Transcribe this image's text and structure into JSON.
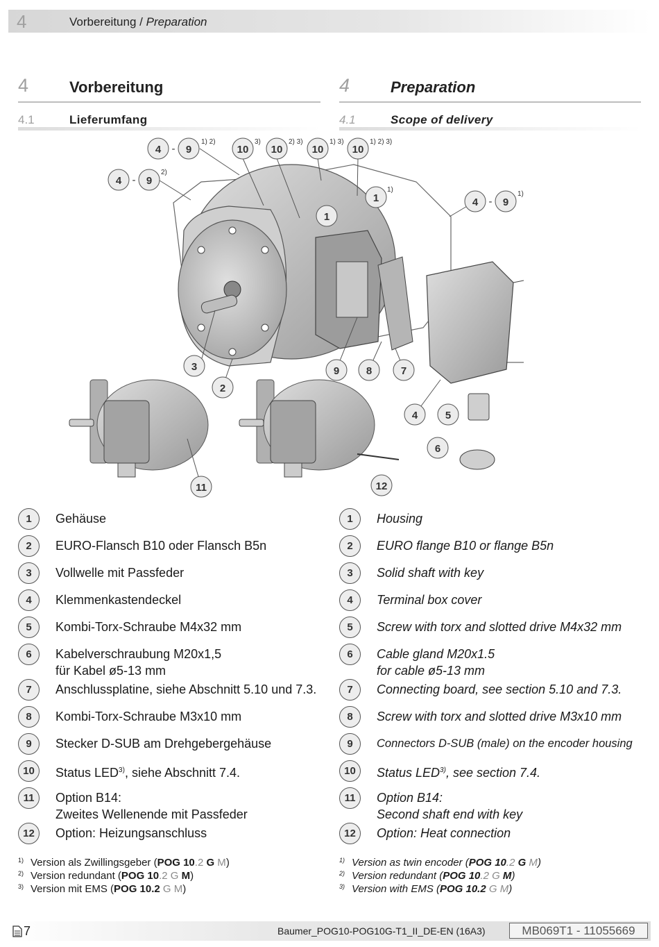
{
  "header": {
    "chapter_number": "4",
    "title_de": "Vorbereitung",
    "separator": "/",
    "title_en": "Preparation"
  },
  "section_de": {
    "number": "4",
    "title": "Vorbereitung",
    "sub_number": "4.1",
    "sub_title": "Lieferumfang"
  },
  "section_en": {
    "number": "4",
    "title": "Preparation",
    "sub_number": "4.1",
    "sub_title": "Scope of delivery"
  },
  "figure": {
    "callouts": [
      {
        "label": "4",
        "dash": "-",
        "label2": "9",
        "note": "1) 2)"
      },
      {
        "label": "4",
        "dash": "-",
        "label2": "9",
        "note": "2)"
      },
      {
        "label": "10",
        "note": "3)"
      },
      {
        "label": "10",
        "note": "2) 3)"
      },
      {
        "label": "10",
        "note": "1) 3)"
      },
      {
        "label": "10",
        "note": "1) 2) 3)"
      },
      {
        "label": "1",
        "note": "1)"
      },
      {
        "label": "1",
        "note": ""
      },
      {
        "label": "4",
        "dash": "-",
        "label2": "9",
        "note": "1)"
      },
      {
        "label": "3"
      },
      {
        "label": "2"
      },
      {
        "label": "9"
      },
      {
        "label": "8"
      },
      {
        "label": "7"
      },
      {
        "label": "4"
      },
      {
        "label": "5"
      },
      {
        "label": "6"
      },
      {
        "label": "11"
      },
      {
        "label": "12"
      }
    ]
  },
  "legend_de": [
    {
      "n": "1",
      "text": "Gehäuse"
    },
    {
      "n": "2",
      "text": "EURO-Flansch B10 oder Flansch B5n"
    },
    {
      "n": "3",
      "text": "Vollwelle mit Passfeder"
    },
    {
      "n": "4",
      "text": "Klemmenkastendeckel"
    },
    {
      "n": "5",
      "text": "Kombi-Torx-Schraube M4x32 mm"
    },
    {
      "n": "6",
      "text": "Kabelverschraubung M20x1,5",
      "text2": "für Kabel ø5-13 mm"
    },
    {
      "n": "7",
      "text": "Anschlussplatine, siehe Abschnitt 5.10 und 7.3."
    },
    {
      "n": "8",
      "text": "Kombi-Torx-Schraube M3x10 mm"
    },
    {
      "n": "9",
      "text": "Stecker D-SUB am Drehgebergehäuse"
    },
    {
      "n": "10",
      "text_a": "Status LED",
      "sup": "3)",
      "text_b": ", siehe Abschnitt 7.4."
    },
    {
      "n": "11",
      "text": "Option B14:",
      "text2": "Zweites Wellenende mit Passfeder"
    },
    {
      "n": "12",
      "text": "Option: Heizungsanschluss"
    }
  ],
  "legend_en": [
    {
      "n": "1",
      "text": "Housing"
    },
    {
      "n": "2",
      "text": "EURO flange B10 or flange B5n"
    },
    {
      "n": "3",
      "text": "Solid shaft with key"
    },
    {
      "n": "4",
      "text": "Terminal box cover"
    },
    {
      "n": "5",
      "text": "Screw with torx and slotted drive M4x32 mm"
    },
    {
      "n": "6",
      "text": "Cable gland M20x1.5",
      "text2": "for cable ø5-13 mm"
    },
    {
      "n": "7",
      "text": "Connecting board, see section 5.10 and 7.3."
    },
    {
      "n": "8",
      "text": "Screw with torx and slotted drive M3x10 mm"
    },
    {
      "n": "9",
      "text": "Connectors D-SUB (male) on the encoder housing"
    },
    {
      "n": "10",
      "text_a": "Status LED",
      "sup": "3)",
      "text_b": ", see section 7.4."
    },
    {
      "n": "11",
      "text": "Option B14:",
      "text2": "Second shaft end with key"
    },
    {
      "n": "12",
      "text": "Option: Heat connection"
    }
  ],
  "notes_de": [
    {
      "mark": "1)",
      "pre": "Version als Zwillingsgeber (",
      "a": "POG 10",
      "b": ".2",
      "c": " G",
      "d": " M",
      "post": ")"
    },
    {
      "mark": "2)",
      "pre": "Version redundant (",
      "a": "POG 10",
      "b": ".2",
      "c": " G",
      "d": " M",
      "post": ")"
    },
    {
      "mark": "3)",
      "pre": "Version mit EMS (",
      "a": "POG 10.2",
      "b": "",
      "c": " G",
      "d": " M",
      "post": ")"
    }
  ],
  "notes_en": [
    {
      "mark": "1)",
      "pre": "Version as twin encoder (",
      "a": "POG 10",
      "b": ".2",
      "c": " G",
      "d": " M",
      "post": ")"
    },
    {
      "mark": "2)",
      "pre": "Version redundant (",
      "a": "POG 10",
      "b": ".2",
      "c": " G",
      "d": " M",
      "post": ")"
    },
    {
      "mark": "3)",
      "pre": "Version with EMS (",
      "a": "POG 10.2",
      "b": "",
      "c": " G",
      "d": " M",
      "post": ")"
    }
  ],
  "footer": {
    "page": "7",
    "document": "Baumer_POG10-POG10G-T1_II_DE-EN  (16A3)",
    "code": "MB069T1 - 11055669"
  }
}
